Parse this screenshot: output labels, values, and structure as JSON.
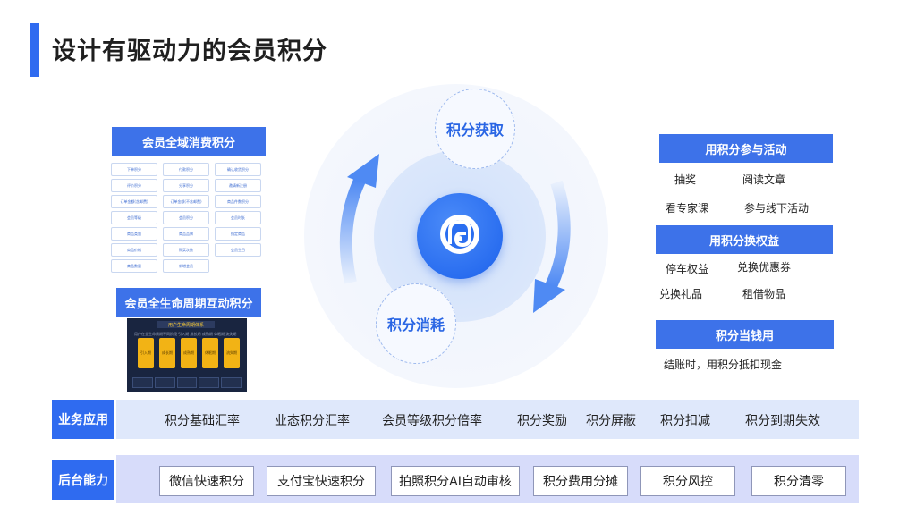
{
  "title": "设计有驱动力的会员积分",
  "center": {
    "earn": "积分获取",
    "spend": "积分消耗",
    "logo_icon": "brand-logo-icon"
  },
  "left": {
    "consume_header": "会员全域消费积分",
    "consume_items": [
      "下单积分",
      "付款积分",
      "确认收货积分",
      "评价积分",
      "分享积分",
      "邀请新注册",
      "订单金额(含邮费)",
      "订单金额(不含邮费)",
      "商品件数积分",
      "会员等级",
      "会员积分",
      "会员时长",
      "商品类别",
      "商品品牌",
      "指定商品",
      "商品价格",
      "购买次数",
      "会员生日",
      "商品数量",
      "新增会员"
    ],
    "lifecycle_header": "会员全生命周期互动积分",
    "lifecycle_panel": {
      "title": "用户生命周期体系",
      "subtitle": "用户在全生命周期不同阶段 引入期 成长期 成熟期 休眠期 流失期",
      "stages": [
        "引入期",
        "成长期",
        "成熟期",
        "休眠期",
        "流失期"
      ]
    }
  },
  "right": {
    "activity_header": "用积分参与活动",
    "activity_items": [
      "抽奖",
      "阅读文章",
      "看专家课",
      "参与线下活动"
    ],
    "rights_header": "用积分换权益",
    "rights_items": [
      "停车权益",
      "兑换优惠券",
      "兑换礼品",
      "租借物品"
    ],
    "cash_header": "积分当钱用",
    "cash_text": "结账时，用积分抵扣现金"
  },
  "business": {
    "label": "业务应用",
    "items": [
      "积分基础汇率",
      "业态积分汇率",
      "会员等级积分倍率",
      "积分奖励",
      "积分屏蔽",
      "积分扣减",
      "积分到期失效"
    ]
  },
  "backend": {
    "label": "后台能力",
    "items": [
      "微信快速积分",
      "支付宝快速积分",
      "拍照积分AI自动审核",
      "积分费用分摊",
      "积分风控",
      "积分清零"
    ]
  },
  "colors": {
    "primary": "#2f6bf0",
    "header": "#3d72e9",
    "business_bg": "#dfe8fb",
    "backend_bg": "#d7dcfa",
    "gold": "#f2b315"
  }
}
